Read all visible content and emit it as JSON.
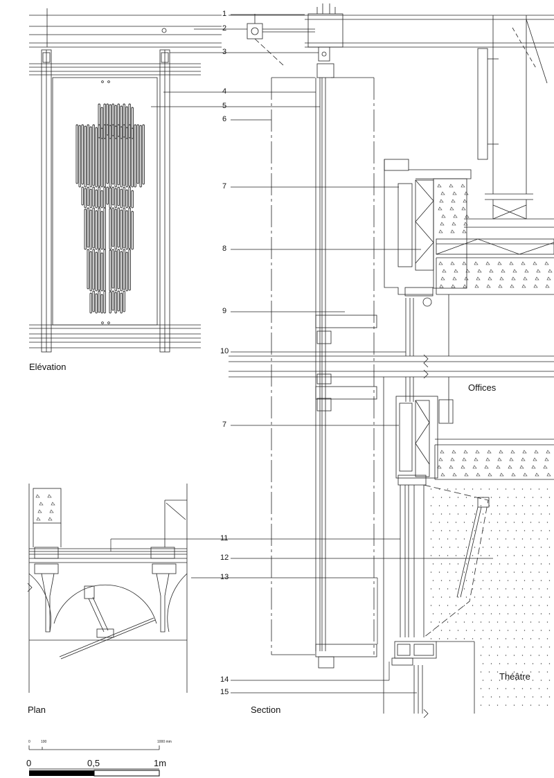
{
  "views": {
    "elevation": "Elévation",
    "plan": "Plan",
    "section": "Section"
  },
  "rooms": {
    "offices": "Offices",
    "theatre": "Théâtre"
  },
  "callouts": [
    "1",
    "2",
    "3",
    "4",
    "5",
    "6",
    "7",
    "8",
    "9",
    "10",
    "7",
    "11",
    "12",
    "13",
    "14",
    "15"
  ],
  "scale": {
    "small_ticks": [
      "0",
      "100",
      "1000 mm"
    ],
    "large_ticks": [
      "0",
      "0,5",
      "1m"
    ]
  }
}
